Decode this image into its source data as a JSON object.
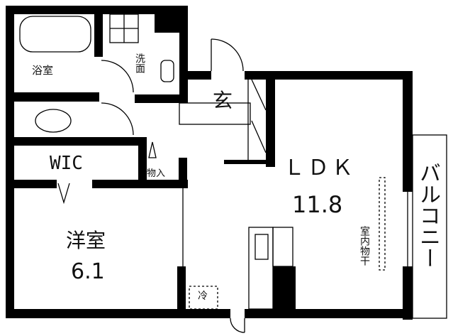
{
  "rooms": {
    "bath": "浴室",
    "washroom": "洗面",
    "entrance": "玄",
    "wic": "WIC",
    "storage": "物入",
    "ldk": "ＬＤＫ",
    "ldk_size": "11.8",
    "western_room": "洋室",
    "western_room_size": "6.1",
    "indoor_drying": "室内物干",
    "balcony": "バルコニー",
    "fridge": "冷"
  },
  "colors": {
    "wall": "#000000",
    "background": "#ffffff"
  }
}
